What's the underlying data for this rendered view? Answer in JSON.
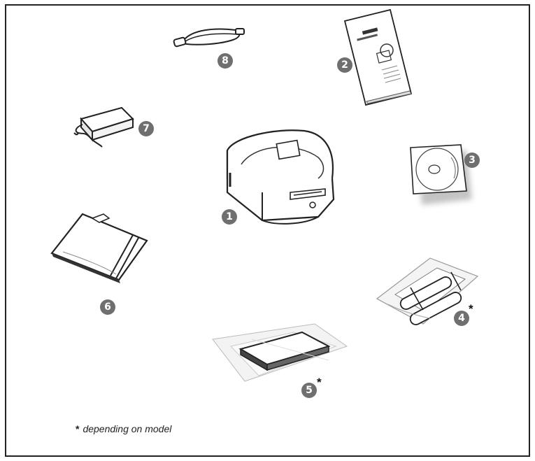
{
  "items": [
    {
      "number": "1",
      "asterisk": ""
    },
    {
      "number": "2",
      "asterisk": ""
    },
    {
      "number": "3",
      "asterisk": ""
    },
    {
      "number": "4",
      "asterisk": "*"
    },
    {
      "number": "5",
      "asterisk": "*"
    },
    {
      "number": "6",
      "asterisk": ""
    },
    {
      "number": "7",
      "asterisk": ""
    },
    {
      "number": "8",
      "asterisk": ""
    }
  ],
  "footnote": {
    "symbol": "*",
    "text": "depending on model"
  }
}
